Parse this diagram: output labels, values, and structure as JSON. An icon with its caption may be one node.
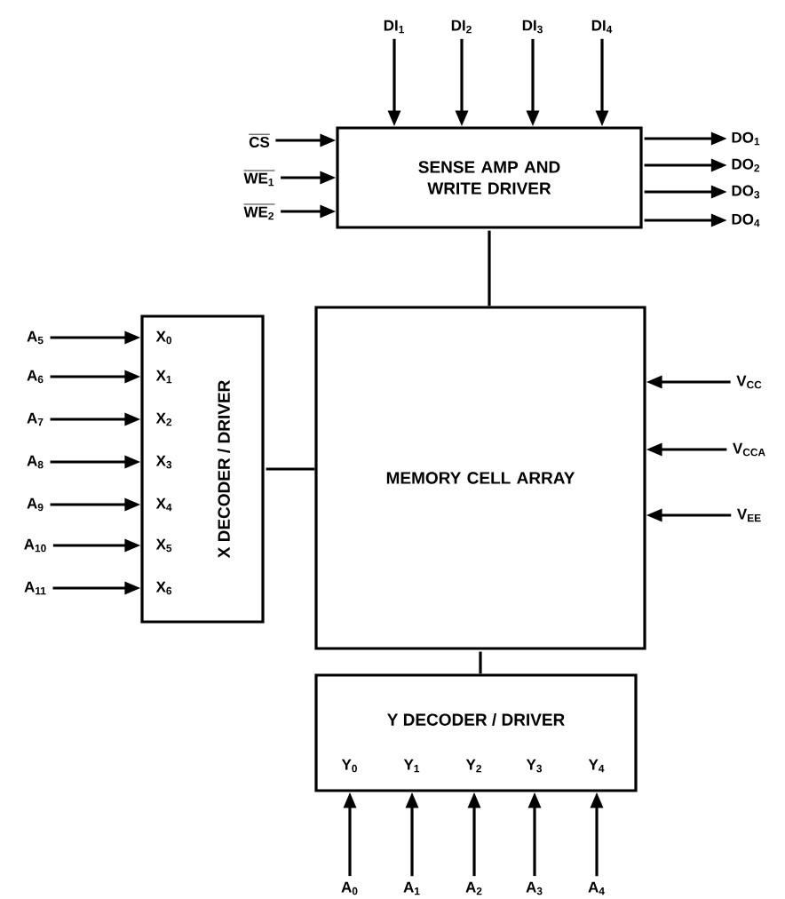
{
  "diagram": {
    "nodes": [
      {
        "text": [
          "SENSE AMP AND WRITE DRIVER"
        ]
      },
      {
        "text": [
          "MEMORY CELL ARRAY"
        ]
      },
      {
        "text": [
          "X DECODER / DRIVER",
          "X$_{0}$",
          "X$_{1}$",
          "X$_{2}$",
          "X$_{3}$",
          "X$_{4}$",
          "X$_{5}$",
          "X$_{6}$"
        ]
      },
      {
        "text": [
          "Y DECODER / DRIVER",
          "Y$_{0}$",
          "Y$_{1}$",
          "Y$_{2}$",
          "Y$_{3}$",
          "Y$_{4}$"
        ]
      },
      {
        "text": [
          "DI$_{1}$"
        ]
      },
      {
        "text": [
          "DI$_{2}$"
        ]
      },
      {
        "text": [
          "DI$_{3}$"
        ]
      },
      {
        "text": [
          "DI$_{4}$"
        ]
      },
      {
        "text": [
          "CS"
        ]
      },
      {
        "text": [
          "WE$_{1}$"
        ]
      },
      {
        "text": [
          "WE$_{2}$"
        ]
      },
      {
        "text": [
          "DO$_{1}$"
        ]
      },
      {
        "text": [
          "DO$_{2}$"
        ]
      },
      {
        "text": [
          "DO$_{3}$"
        ]
      },
      {
        "text": [
          "DO$_{4}$"
        ]
      },
      {
        "text": [
          "A$_{5}$"
        ]
      },
      {
        "text": [
          "A$_{6}$"
        ]
      },
      {
        "text": [
          "A$_{7}$"
        ]
      },
      {
        "text": [
          "A$_{8}$"
        ]
      },
      {
        "text": [
          "A$_{9}$"
        ]
      },
      {
        "text": [
          "A$_{10}$"
        ]
      },
      {
        "text": [
          "A$_{11}$"
        ]
      },
      {
        "text": [
          "V$_{CC}$"
        ]
      },
      {
        "text": [
          "V$_{CCA}$"
        ]
      },
      {
        "text": [
          "V$_{EE}$"
        ]
      },
      {
        "text": [
          "A$_{0}$"
        ]
      },
      {
        "text": [
          "A$_{1}$"
        ]
      },
      {
        "text": [
          "A$_{2}$"
        ]
      },
      {
        "text": [
          "A$_{3}$"
        ]
      },
      {
        "text": [
          "A$_{4}$"
        ]
      }
    ],
    "edges": [
      {
        "from": 4,
        "to": 0,
        "arrow": "to"
      },
      {
        "from": 5,
        "to": 0,
        "arrow": "to"
      },
      {
        "from": 6,
        "to": 0,
        "arrow": "to"
      },
      {
        "from": 7,
        "to": 0,
        "arrow": "to"
      },
      {
        "from": 8,
        "to": 0,
        "arrow": "to"
      },
      {
        "from": 9,
        "to": 0,
        "arrow": "to"
      },
      {
        "from": 10,
        "to": 0,
        "arrow": "to"
      },
      {
        "from": 0,
        "to": 11,
        "arrow": "to"
      },
      {
        "from": 0,
        "to": 12,
        "arrow": "to"
      },
      {
        "from": 0,
        "to": 13,
        "arrow": "to"
      },
      {
        "from": 0,
        "to": 14,
        "arrow": "to"
      },
      {
        "from": 15,
        "to": 2,
        "arrow": "to"
      },
      {
        "from": 16,
        "to": 2,
        "arrow": "to"
      },
      {
        "from": 17,
        "to": 2,
        "arrow": "to"
      },
      {
        "from": 18,
        "to": 2,
        "arrow": "to"
      },
      {
        "from": 19,
        "to": 2,
        "arrow": "to"
      },
      {
        "from": 20,
        "to": 2,
        "arrow": "to"
      },
      {
        "from": 21,
        "to": 2,
        "arrow": "to"
      },
      {
        "from": 22,
        "to": 1,
        "arrow": "to"
      },
      {
        "from": 23,
        "to": 1,
        "arrow": "to"
      },
      {
        "from": 24,
        "to": 1,
        "arrow": "to"
      },
      {
        "from": 25,
        "to": 3,
        "arrow": "to"
      },
      {
        "from": 26,
        "to": 3,
        "arrow": "to"
      },
      {
        "from": 27,
        "to": 3,
        "arrow": "to"
      },
      {
        "from": 28,
        "to": 3,
        "arrow": "to"
      },
      {
        "from": 29,
        "to": 3,
        "arrow": "to"
      },
      {
        "from": 0,
        "to": 1,
        "arrow": "none"
      },
      {
        "from": 2,
        "to": 1,
        "arrow": "none"
      },
      {
        "from": 1,
        "to": 3,
        "arrow": "none"
      }
    ]
  }
}
